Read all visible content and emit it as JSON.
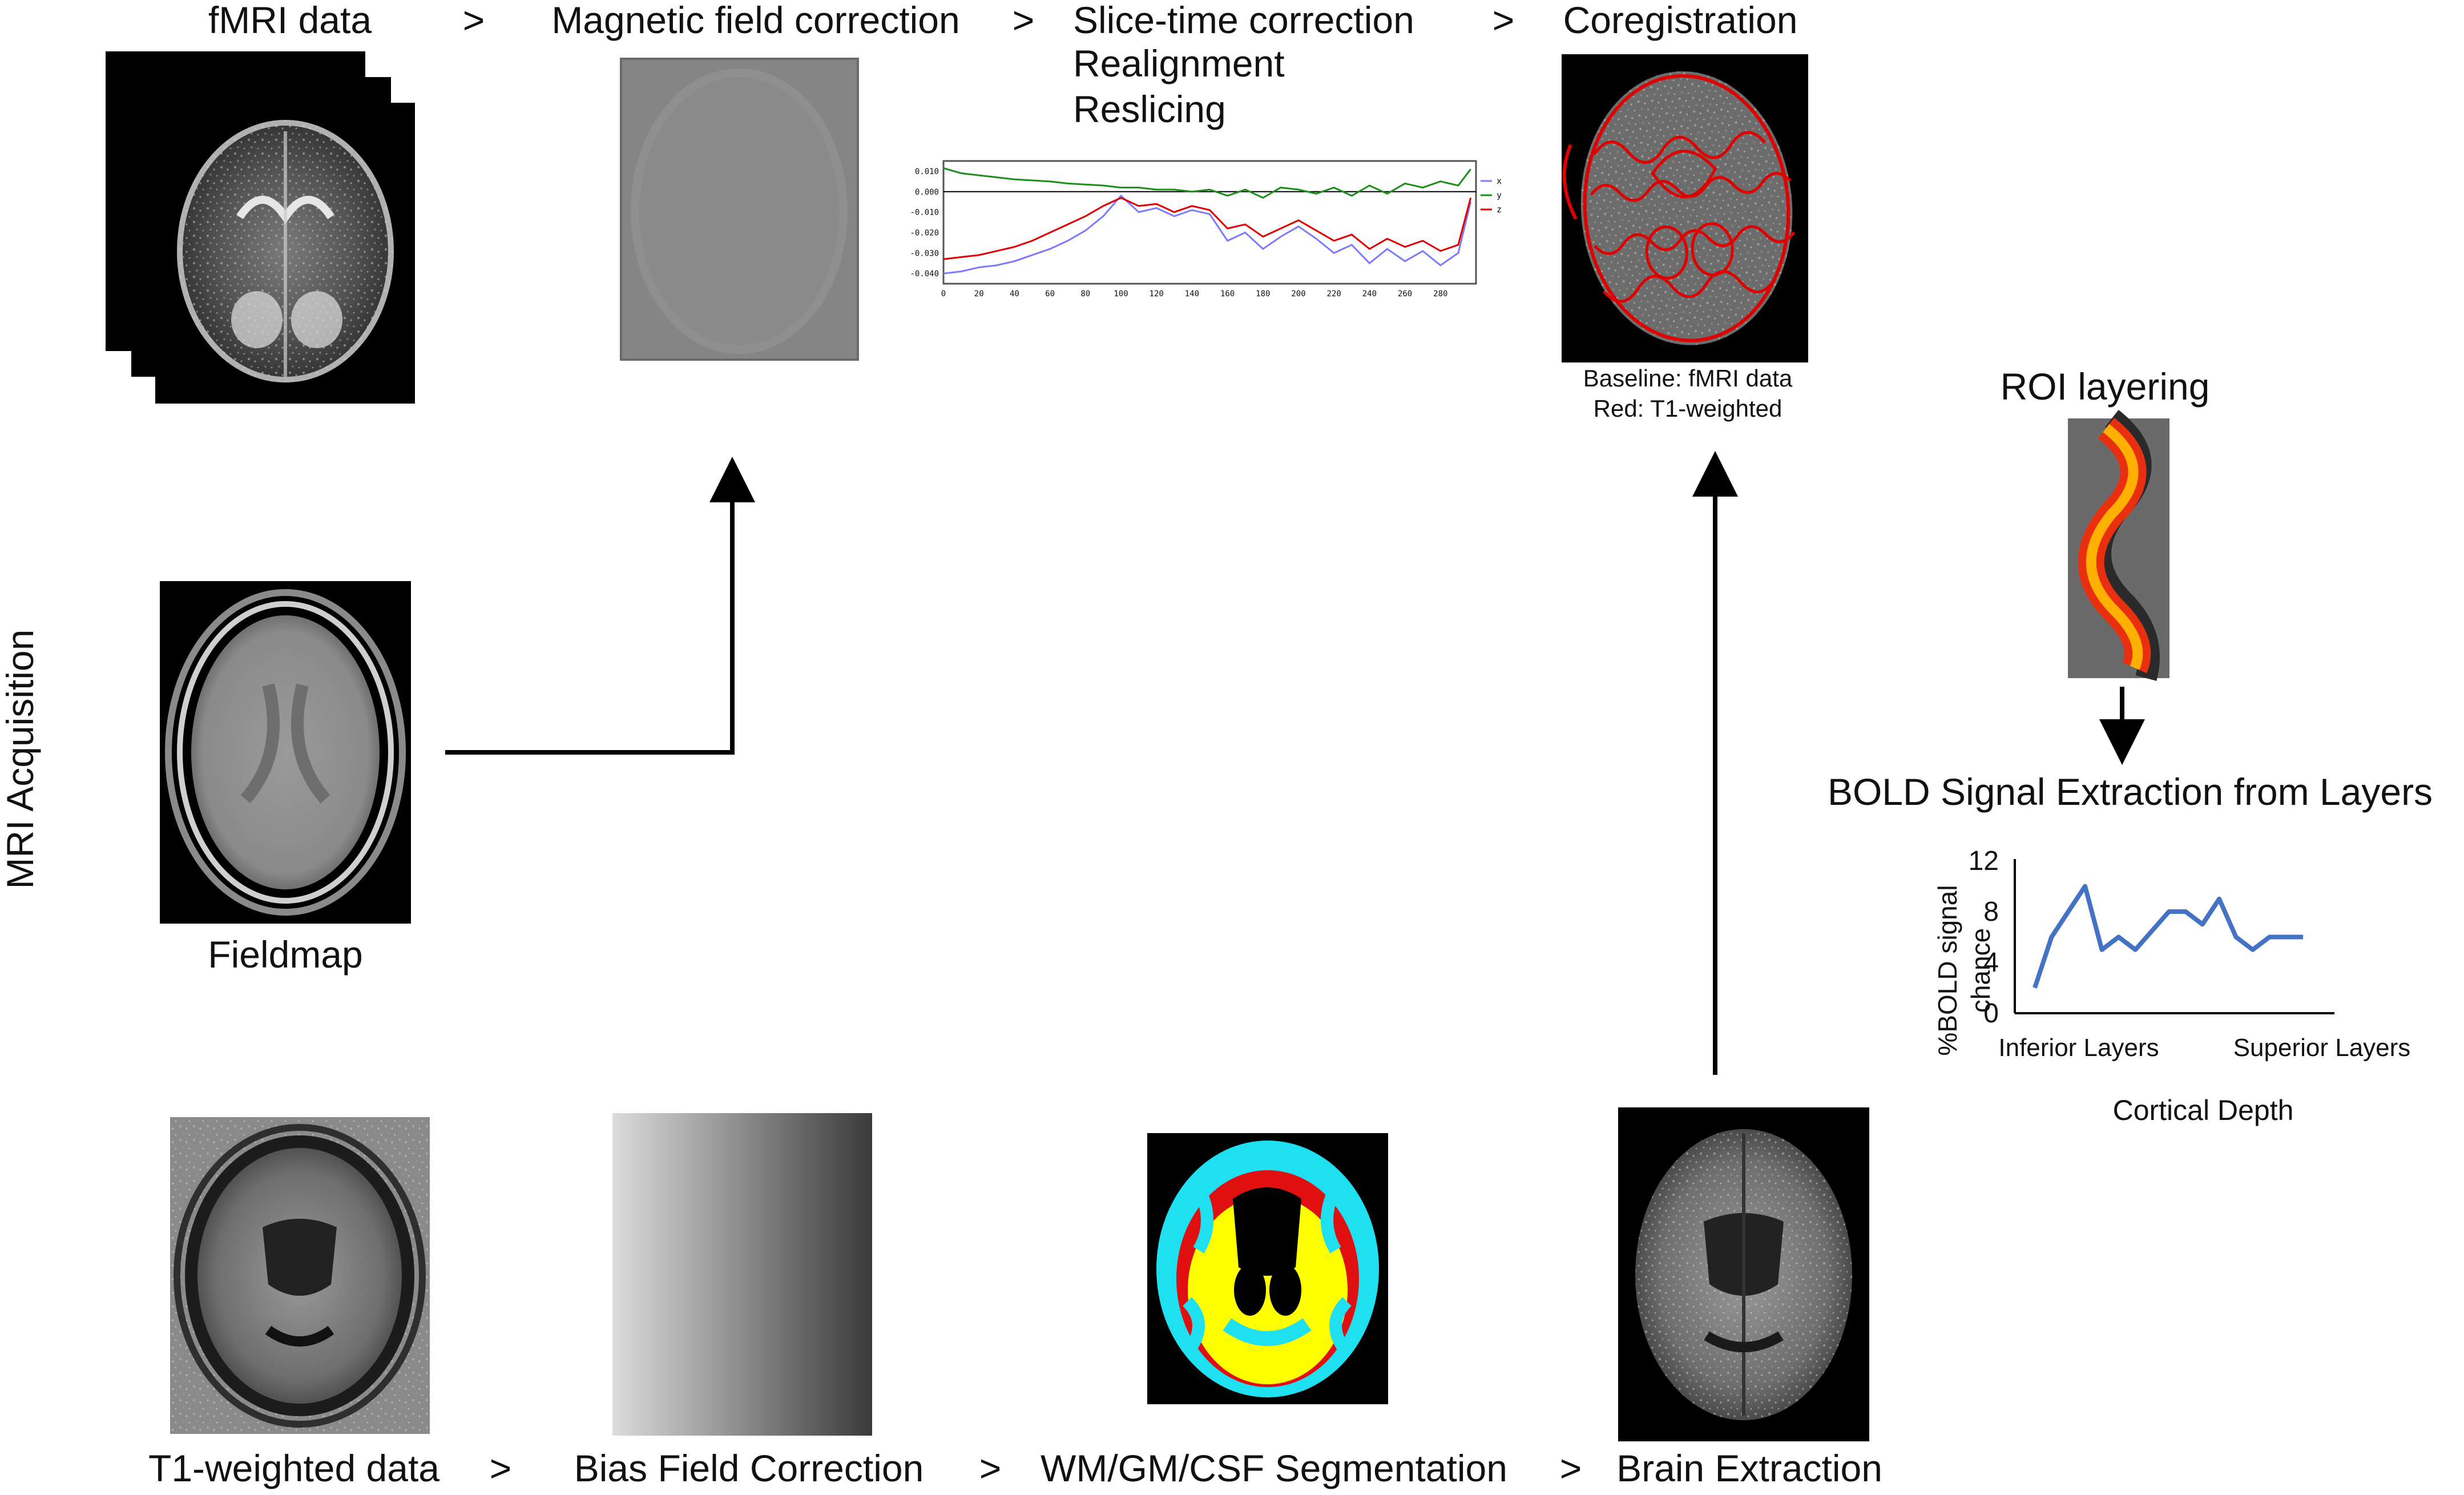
{
  "vertical_label": "MRI Acquisition",
  "functional_row": {
    "step1": "fMRI data",
    "sep1": ">",
    "step2": "Magnetic field correction",
    "sep2": ">",
    "step3_lines": [
      "Slice-time correction",
      "Realignment",
      "Reslicing"
    ],
    "sep3": ">",
    "step4": "Coregistration",
    "coreg_caption_1": "Baseline: fMRI data",
    "coreg_caption_2": "Red: T1-weighted"
  },
  "fieldmap_label": "Fieldmap",
  "anatomical_row": {
    "step1": "T1-weighted data",
    "sep1": ">",
    "step2": "Bias Field Correction",
    "sep2": ">",
    "step3": "WM/GM/CSF Segmentation",
    "sep3": ">",
    "step4": "Brain Extraction"
  },
  "roi_label": "ROI layering",
  "bold_label": "BOLD Signal Extraction from Layers",
  "colors": {
    "motion_x": "#7b7bff",
    "motion_y": "#1a8f1a",
    "motion_z": "#e00000",
    "bold_line": "#4472c4",
    "coreg_overlay": "#e00000",
    "roi_outer": "#e83010",
    "roi_inner": "#ffb000",
    "seg_csf": "#1ee0f0",
    "seg_wm": "#ffff00",
    "seg_gm": "#e01010"
  },
  "chart_data": [
    {
      "type": "line",
      "description_of": "realignment motion parameters",
      "legend": [
        "x",
        "y",
        "z"
      ],
      "xticks": [
        "0",
        "20",
        "40",
        "60",
        "80",
        "100",
        "120",
        "140",
        "160",
        "180",
        "200",
        "220",
        "240",
        "260",
        "280"
      ],
      "yticks": [
        "0.010",
        "0.000",
        "-0.010",
        "-0.020",
        "-0.030",
        "-0.040"
      ],
      "xlim": [
        0,
        300
      ],
      "ylim": [
        -0.045,
        0.015
      ],
      "series": [
        {
          "name": "x",
          "x": [
            0,
            10,
            20,
            30,
            40,
            50,
            60,
            70,
            80,
            90,
            100,
            110,
            120,
            130,
            140,
            150,
            160,
            170,
            180,
            190,
            200,
            210,
            220,
            230,
            240,
            250,
            260,
            270,
            280,
            290,
            297
          ],
          "y": [
            -0.04,
            -0.039,
            -0.037,
            -0.036,
            -0.034,
            -0.031,
            -0.028,
            -0.024,
            -0.019,
            -0.012,
            -0.002,
            -0.01,
            -0.008,
            -0.012,
            -0.009,
            -0.011,
            -0.024,
            -0.02,
            -0.028,
            -0.022,
            -0.017,
            -0.023,
            -0.03,
            -0.026,
            -0.035,
            -0.028,
            -0.034,
            -0.029,
            -0.036,
            -0.03,
            -0.005
          ]
        },
        {
          "name": "y",
          "x": [
            0,
            10,
            20,
            30,
            40,
            50,
            60,
            70,
            80,
            90,
            100,
            110,
            120,
            130,
            140,
            150,
            160,
            170,
            180,
            190,
            200,
            210,
            220,
            230,
            240,
            250,
            260,
            270,
            280,
            290,
            297
          ],
          "y": [
            0.0115,
            0.009,
            0.008,
            0.007,
            0.006,
            0.0055,
            0.005,
            0.004,
            0.0035,
            0.003,
            0.002,
            0.002,
            0.001,
            0.001,
            0.0,
            0.001,
            -0.002,
            0.001,
            -0.003,
            0.002,
            0.001,
            -0.001,
            0.002,
            -0.002,
            0.003,
            -0.001,
            0.004,
            0.002,
            0.005,
            0.003,
            0.011
          ]
        },
        {
          "name": "z",
          "x": [
            0,
            10,
            20,
            30,
            40,
            50,
            60,
            70,
            80,
            90,
            100,
            110,
            120,
            130,
            140,
            150,
            160,
            170,
            180,
            190,
            200,
            210,
            220,
            230,
            240,
            250,
            260,
            270,
            280,
            290,
            297
          ],
          "y": [
            -0.033,
            -0.032,
            -0.031,
            -0.029,
            -0.027,
            -0.024,
            -0.02,
            -0.016,
            -0.012,
            -0.007,
            -0.003,
            -0.007,
            -0.006,
            -0.01,
            -0.007,
            -0.009,
            -0.018,
            -0.016,
            -0.022,
            -0.018,
            -0.014,
            -0.019,
            -0.024,
            -0.021,
            -0.028,
            -0.023,
            -0.027,
            -0.024,
            -0.029,
            -0.026,
            -0.003
          ]
        }
      ]
    },
    {
      "type": "line",
      "description_of": "BOLD signal across cortical depth",
      "ylabel_lines": [
        "%BOLD signal",
        "chance"
      ],
      "xlabel": "Cortical Depth",
      "x_end_labels": [
        "Inferior Layers",
        "Superior Layers"
      ],
      "yticks": [
        0,
        4,
        8,
        12
      ],
      "ylim": [
        0,
        12
      ],
      "series": [
        {
          "x": [
            0,
            1,
            2,
            3,
            4,
            5,
            6,
            7,
            8,
            9,
            10,
            11,
            12,
            13,
            14,
            15,
            16
          ],
          "y": [
            2,
            6,
            8,
            10,
            5,
            6,
            5,
            6.5,
            8,
            8,
            7,
            9,
            6,
            5,
            6,
            6,
            6
          ]
        }
      ]
    }
  ]
}
